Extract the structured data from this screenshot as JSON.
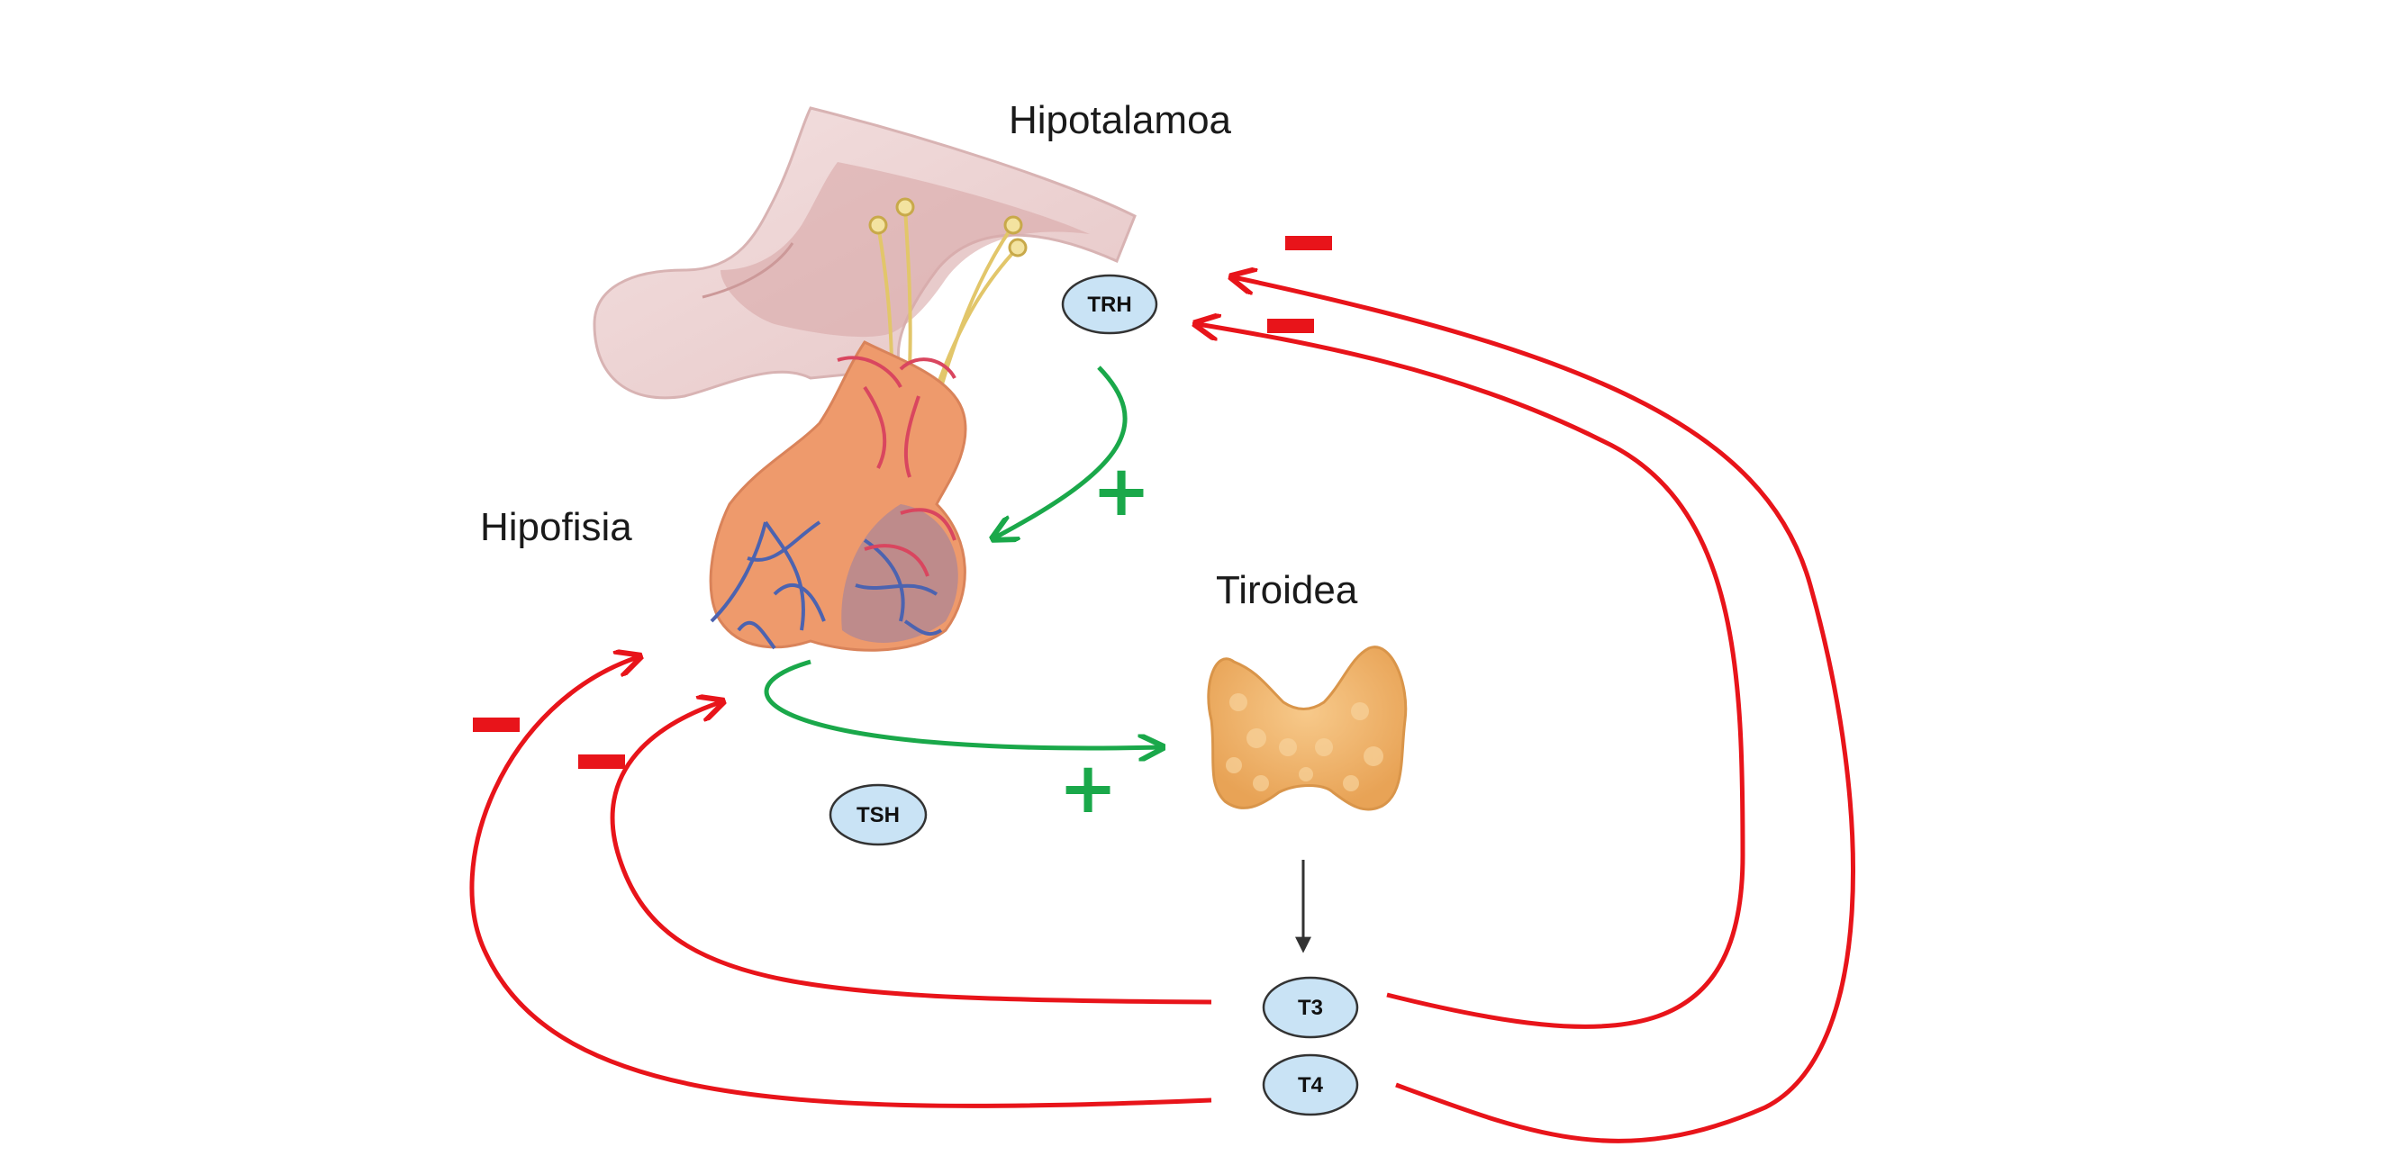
{
  "labels": {
    "hypothalamus": "Hipotalamoa",
    "pituitary": "Hipofisia",
    "thyroid": "Tiroidea"
  },
  "hormones": {
    "trh": "TRH",
    "tsh": "TSH",
    "t3": "T3",
    "t4": "T4"
  },
  "signs": {
    "positive": "+",
    "negative": "−"
  },
  "colors": {
    "stimulation": "#1aa84a",
    "inhibition": "#e8141a",
    "hormone_fill": "#c9e3f5",
    "thyroid": "#f0b268",
    "pituitary": "#ee9a6c"
  },
  "icons": {
    "hypothalamus": "brain-hypothalamus-icon",
    "pituitary": "pituitary-gland-icon",
    "thyroid": "thyroid-gland-icon"
  }
}
